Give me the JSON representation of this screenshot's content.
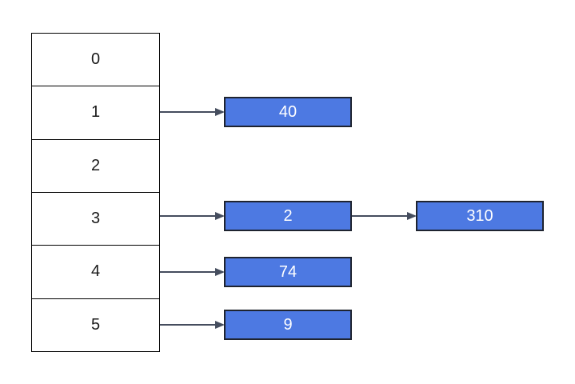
{
  "diagram": {
    "type": "hash-table-separate-chaining",
    "array": {
      "cells": [
        "0",
        "1",
        "2",
        "3",
        "4",
        "5"
      ]
    },
    "nodes": [
      {
        "id": "node-40",
        "value": "40",
        "bucket": "1"
      },
      {
        "id": "node-2",
        "value": "2",
        "bucket": "3"
      },
      {
        "id": "node-310",
        "value": "310",
        "bucket": "3"
      },
      {
        "id": "node-74",
        "value": "74",
        "bucket": "4"
      },
      {
        "id": "node-9",
        "value": "9",
        "bucket": "5"
      }
    ],
    "edges": [
      {
        "from": "bucket-1",
        "to": "node-40"
      },
      {
        "from": "bucket-3",
        "to": "node-2"
      },
      {
        "from": "node-2",
        "to": "node-310"
      },
      {
        "from": "bucket-4",
        "to": "node-74"
      },
      {
        "from": "bucket-5",
        "to": "node-9"
      }
    ]
  },
  "colors": {
    "node_fill": "#4D79E2",
    "node_border": "#1f2430",
    "node_text": "#ffffff",
    "array_border": "#000000",
    "array_text": "#1a1a1a",
    "arrow": "#454d5e",
    "background": "#ffffff"
  }
}
